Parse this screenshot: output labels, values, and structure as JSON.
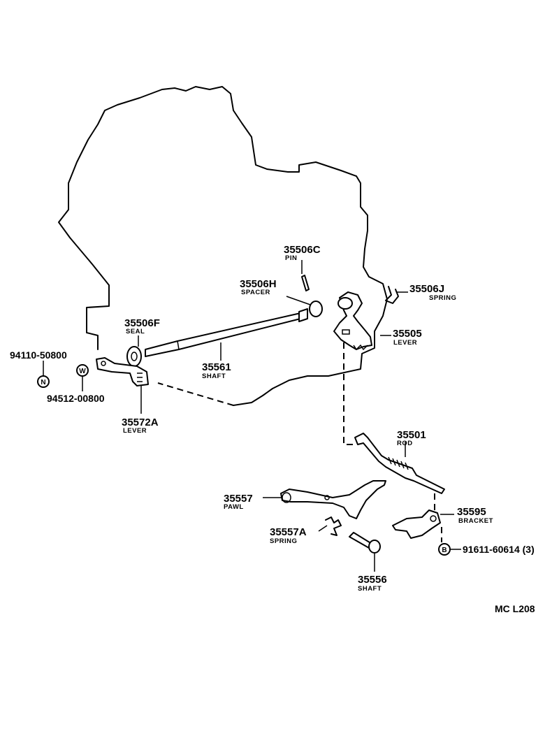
{
  "callouts": {
    "pin": {
      "number": "35506C",
      "name": "PIN"
    },
    "spacer": {
      "number": "35506H",
      "name": "SPACER"
    },
    "spring_j": {
      "number": "35506J",
      "name": "SPRING"
    },
    "seal": {
      "number": "35506F",
      "name": "SEAL"
    },
    "lever_35505": {
      "number": "35505",
      "name": "LEVER"
    },
    "shaft_35561": {
      "number": "35561",
      "name": "SHAFT"
    },
    "nut": {
      "number": "94110-50800",
      "symbol": "N"
    },
    "washer": {
      "number": "94512-00800",
      "symbol": "W"
    },
    "lever_35572a": {
      "number": "35572A",
      "name": "LEVER"
    },
    "rod": {
      "number": "35501",
      "name": "ROD"
    },
    "pawl": {
      "number": "35557",
      "name": "PAWL"
    },
    "bracket": {
      "number": "35595",
      "name": "BRACKET"
    },
    "spring_a": {
      "number": "35557A",
      "name": "SPRING"
    },
    "bolt": {
      "number": "91611-60614 (3)",
      "symbol": "B"
    },
    "shaft_35556": {
      "number": "35556",
      "name": "SHAFT"
    }
  },
  "diagram_code": "MC L208"
}
